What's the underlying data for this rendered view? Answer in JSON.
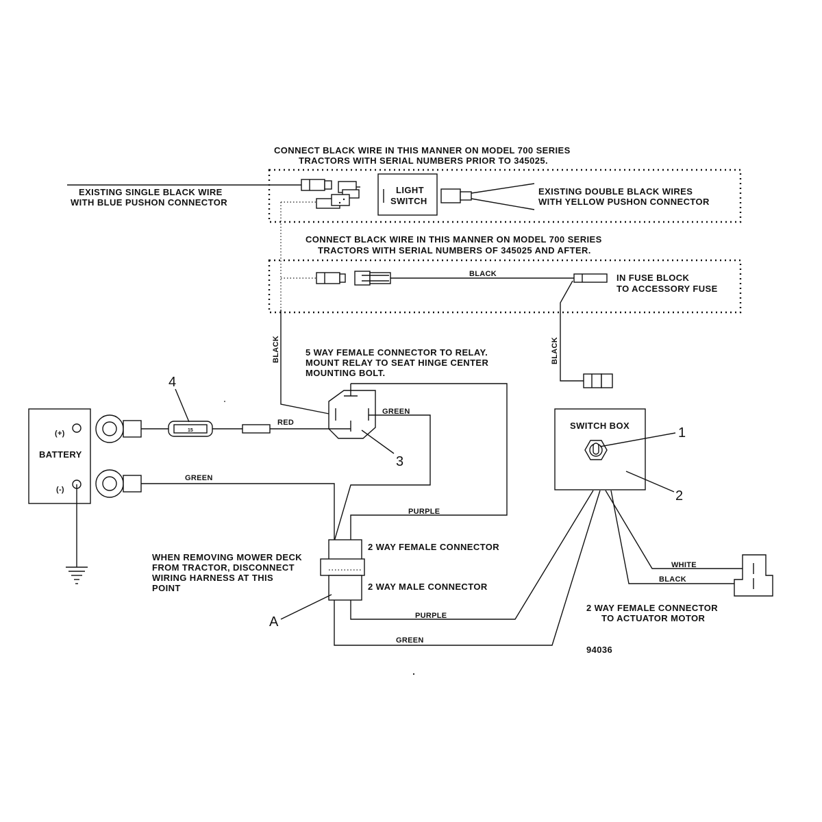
{
  "notes": {
    "prior_line1": "CONNECT BLACK WIRE IN THIS MANNER ON MODEL 700 SERIES",
    "prior_line2": "TRACTORS WITH SERIAL NUMBERS PRIOR TO 345025.",
    "after_line1": "CONNECT BLACK WIRE IN THIS MANNER ON MODEL 700 SERIES",
    "after_line2": "TRACTORS WITH SERIAL NUMBERS OF 345025 AND AFTER.",
    "existing_single_line1": "EXISTING SINGLE BLACK WIRE",
    "existing_single_line2": "WITH BLUE PUSHON CONNECTOR",
    "existing_double_line1": "EXISTING DOUBLE BLACK WIRES",
    "existing_double_line2": "WITH YELLOW PUSHON CONNECTOR",
    "light_switch_line1": "LIGHT",
    "light_switch_line2": "SWITCH",
    "fuse_block_line1": "IN FUSE BLOCK",
    "fuse_block_line2": "TO ACCESSORY FUSE",
    "relay_line1": "5 WAY FEMALE CONNECTOR TO RELAY.",
    "relay_line2": "MOUNT RELAY TO SEAT HINGE CENTER",
    "relay_line3": "MOUNTING BOLT.",
    "remove_line1": "WHEN REMOVING MOWER DECK",
    "remove_line2": "FROM TRACTOR, DISCONNECT",
    "remove_line3": "WIRING HARNESS AT THIS",
    "remove_line4": "POINT",
    "female_2way": "2 WAY FEMALE CONNECTOR",
    "male_2way": "2 WAY MALE CONNECTOR",
    "actuator_line1": "2 WAY FEMALE CONNECTOR",
    "actuator_line2": "TO ACTUATOR MOTOR",
    "switch_box": "SWITCH BOX",
    "battery": "BATTERY",
    "battery_pos": "(+)",
    "battery_neg": "(-)",
    "fuse_rating": "15",
    "drawing_number": "94036"
  },
  "wires": {
    "black": "BLACK",
    "red": "RED",
    "green": "GREEN",
    "purple": "PURPLE",
    "white": "WHITE"
  },
  "callouts": {
    "one": "1",
    "two": "2",
    "three": "3",
    "four": "4",
    "a": "A"
  }
}
